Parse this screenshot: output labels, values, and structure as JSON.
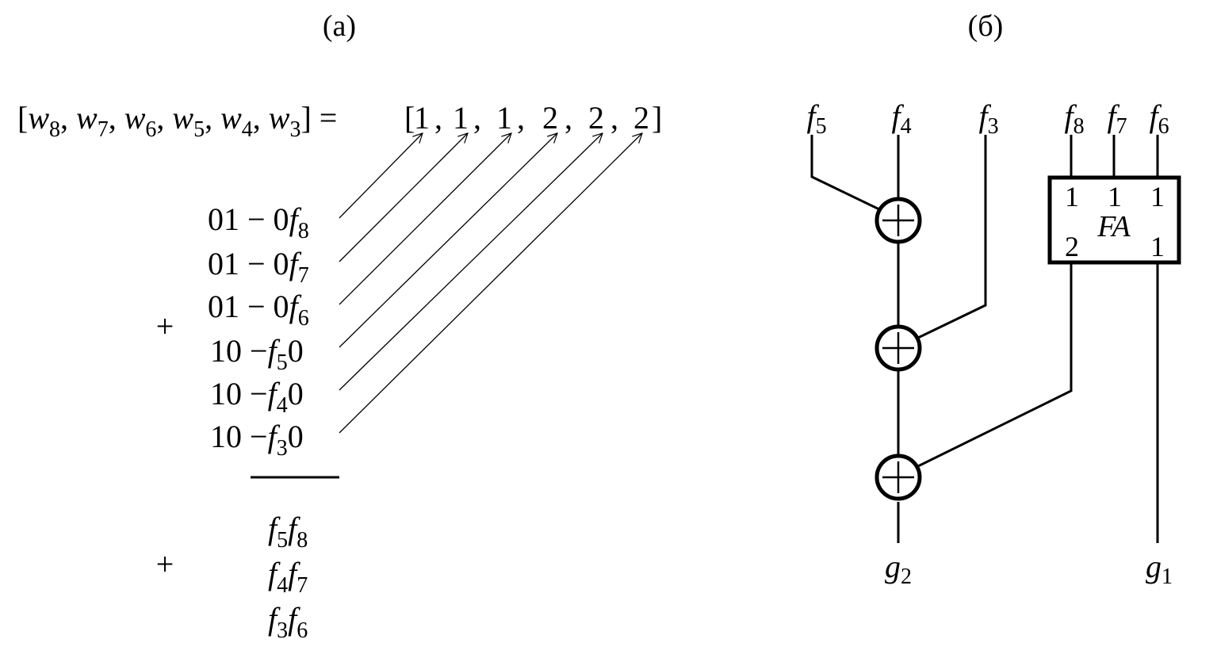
{
  "panel_a": {
    "label": "(a)",
    "weight_vector": {
      "lhs": [
        {
          "var": "w",
          "sub": "8"
        },
        {
          "var": "w",
          "sub": "7"
        },
        {
          "var": "w",
          "sub": "6"
        },
        {
          "var": "w",
          "sub": "5"
        },
        {
          "var": "w",
          "sub": "4"
        },
        {
          "var": "w",
          "sub": "3"
        }
      ],
      "equals": "=",
      "rhs": [
        "1",
        "1",
        "1",
        "2",
        "2",
        "2"
      ]
    },
    "plus_sign": "+",
    "rows": [
      {
        "prefix": "01 − 0",
        "var": "f",
        "sub": "8",
        "suffix": ""
      },
      {
        "prefix": "01 − 0",
        "var": "f",
        "sub": "7",
        "suffix": ""
      },
      {
        "prefix": "01 − 0",
        "var": "f",
        "sub": "6",
        "suffix": ""
      },
      {
        "prefix": "10 −",
        "var": "f",
        "sub": "5",
        "suffix": "0"
      },
      {
        "prefix": "10 −",
        "var": "f",
        "sub": "4",
        "suffix": "0"
      },
      {
        "prefix": "10 −",
        "var": "f",
        "sub": "3",
        "suffix": "0"
      }
    ],
    "result_plus_sign": "+",
    "result_rows": [
      [
        {
          "var": "f",
          "sub": "5"
        },
        {
          "var": "f",
          "sub": "8"
        }
      ],
      [
        {
          "var": "f",
          "sub": "4"
        },
        {
          "var": "f",
          "sub": "7"
        }
      ],
      [
        {
          "var": "f",
          "sub": "3"
        },
        {
          "var": "f",
          "sub": "6"
        }
      ]
    ]
  },
  "panel_b": {
    "label": "(б)",
    "inputs": [
      {
        "var": "f",
        "sub": "5"
      },
      {
        "var": "f",
        "sub": "4"
      },
      {
        "var": "f",
        "sub": "3"
      },
      {
        "var": "f",
        "sub": "8"
      },
      {
        "var": "f",
        "sub": "7"
      },
      {
        "var": "f",
        "sub": "6"
      }
    ],
    "full_adder": {
      "name": "FA",
      "input_weights": [
        "1",
        "1",
        "1"
      ],
      "output_weights": [
        "2",
        "1"
      ]
    },
    "xor_gate_count": 3,
    "outputs": [
      {
        "var": "g",
        "sub": "2"
      },
      {
        "var": "g",
        "sub": "1"
      }
    ]
  }
}
